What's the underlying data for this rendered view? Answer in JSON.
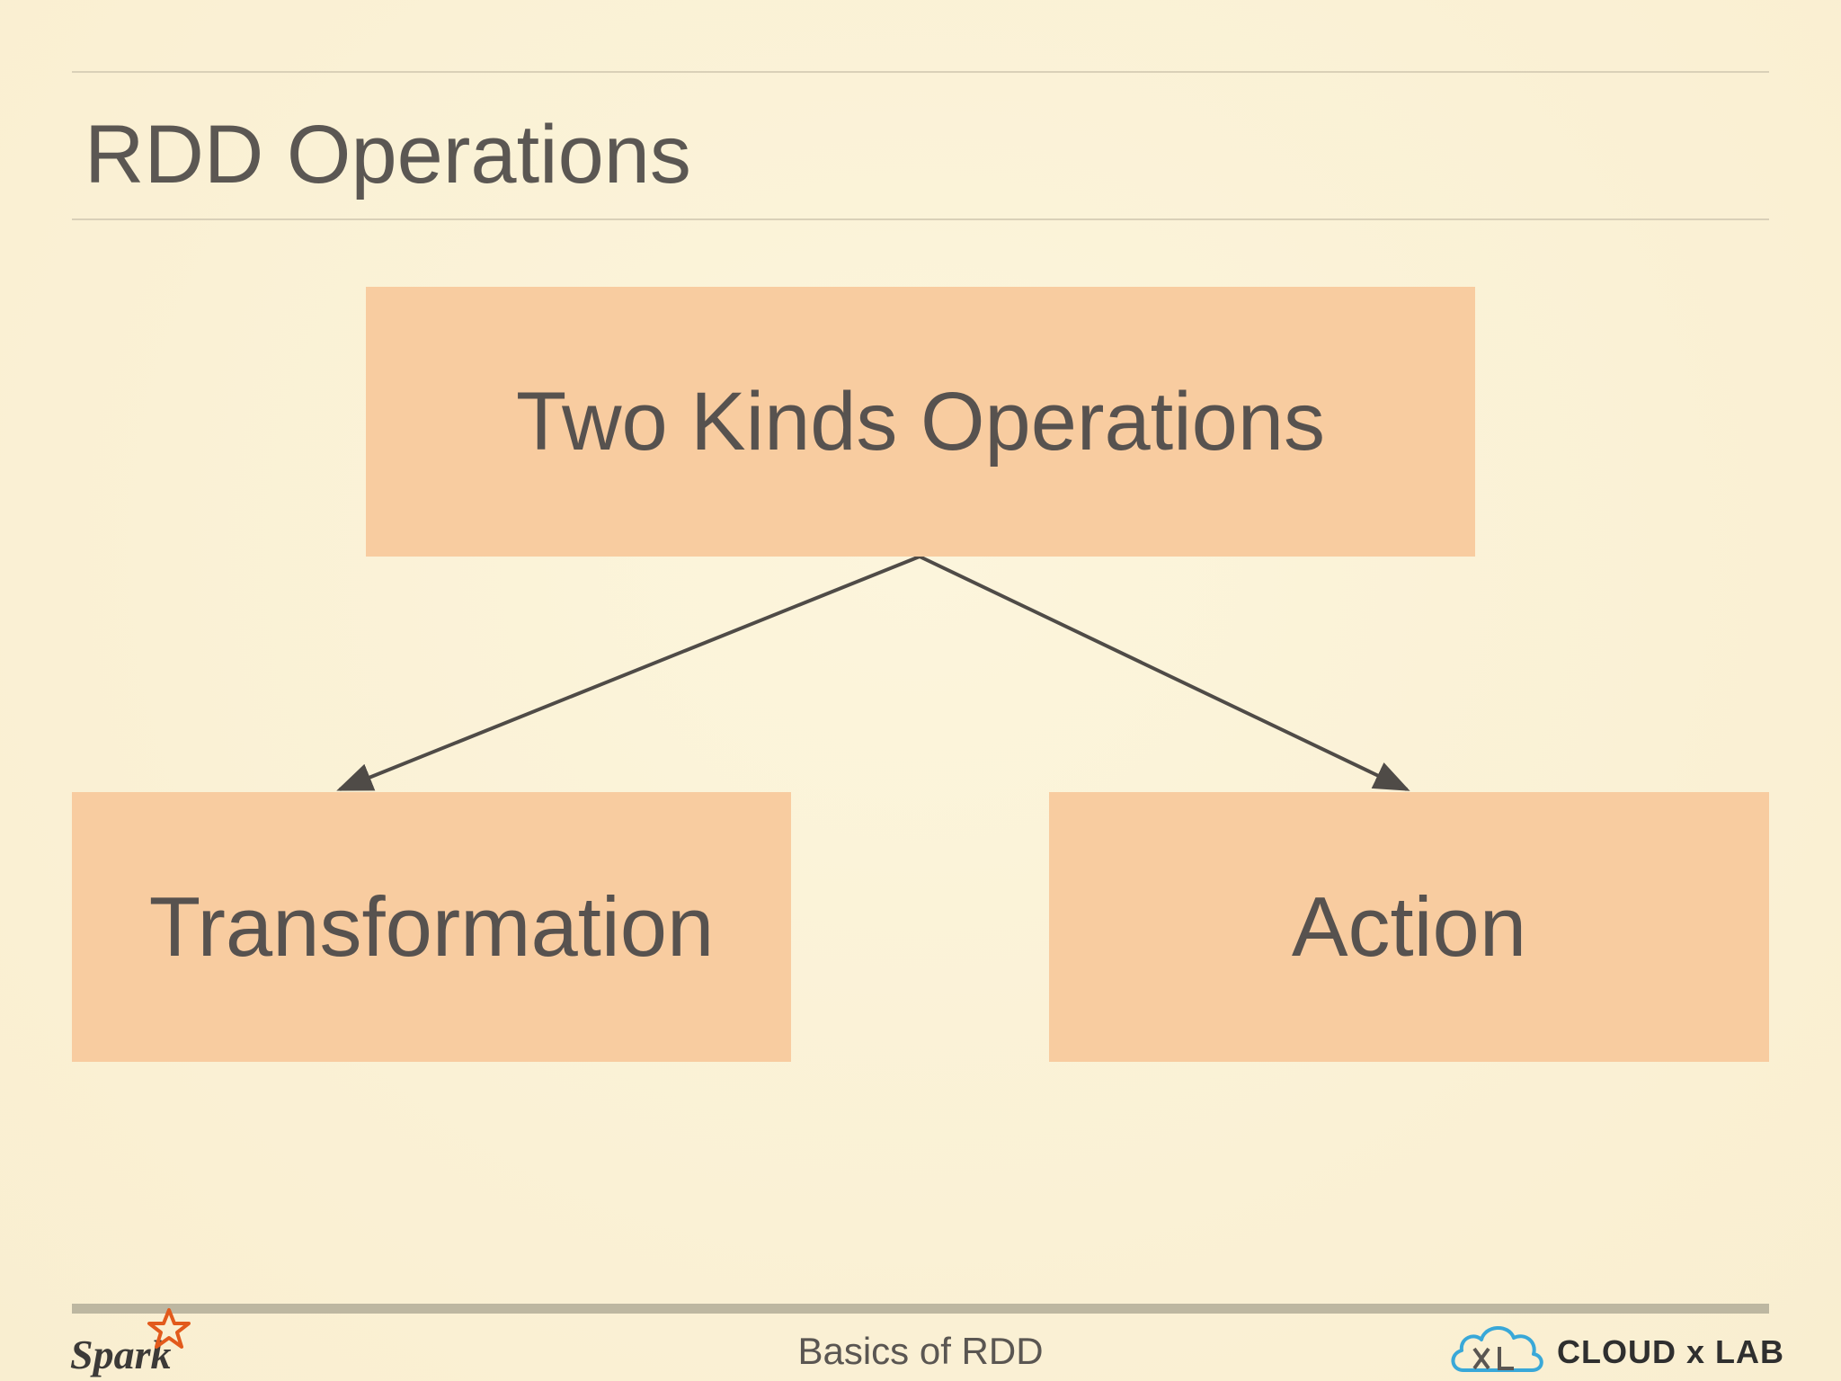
{
  "slide": {
    "title": "RDD Operations",
    "footer": "Basics of RDD"
  },
  "diagram": {
    "root": "Two Kinds Operations",
    "children": [
      "Transformation",
      "Action"
    ]
  },
  "logos": {
    "left": "Spark",
    "right": "CLOUD x LAB"
  },
  "colors": {
    "background": "#fbf3d7",
    "box_fill": "#f8cca0",
    "text": "#5a5652",
    "arrow": "#4f4b47",
    "spark_star": "#e25a1c",
    "cloud": "#39a8d8"
  }
}
